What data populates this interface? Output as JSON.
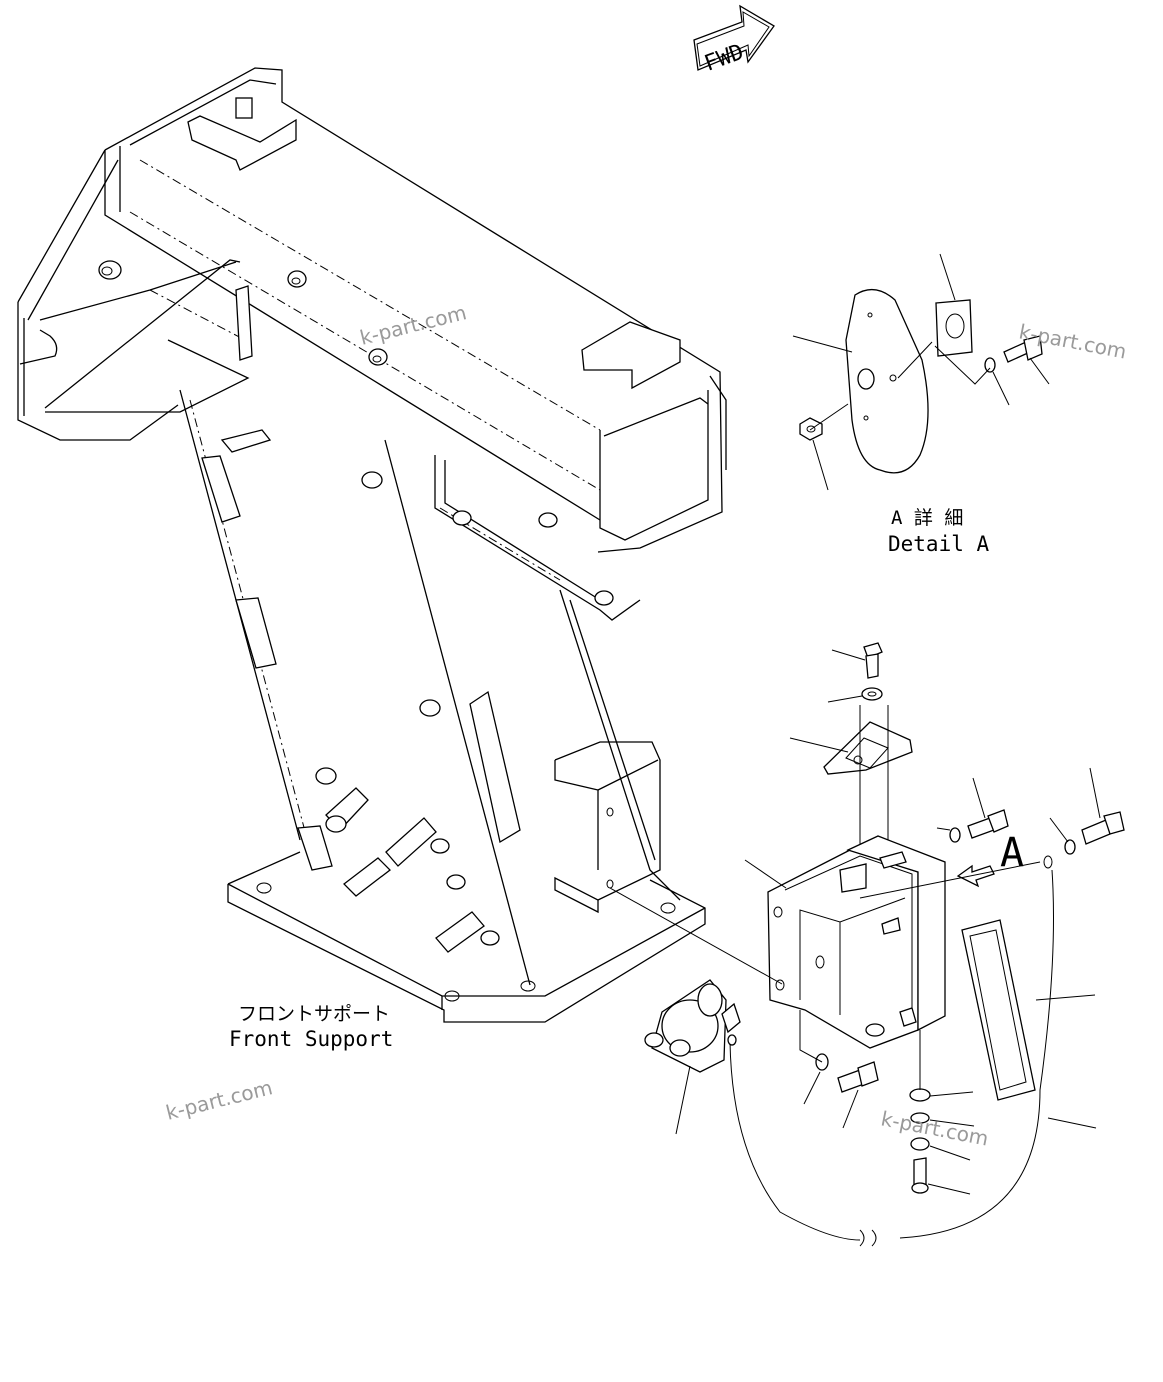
{
  "fwd_label": "FWD",
  "detail_a": {
    "jp": "A 詳 細",
    "en": "Detail A"
  },
  "front_support": {
    "jp": "フロントサポート",
    "en": "Front Support"
  },
  "view_marker": "A",
  "watermarks": [
    "k-part.com",
    "k-part.com",
    "k-part.com",
    "k-part.com"
  ],
  "colors": {
    "line": "#000000",
    "background": "#ffffff",
    "watermark": "#9a9a9a"
  }
}
